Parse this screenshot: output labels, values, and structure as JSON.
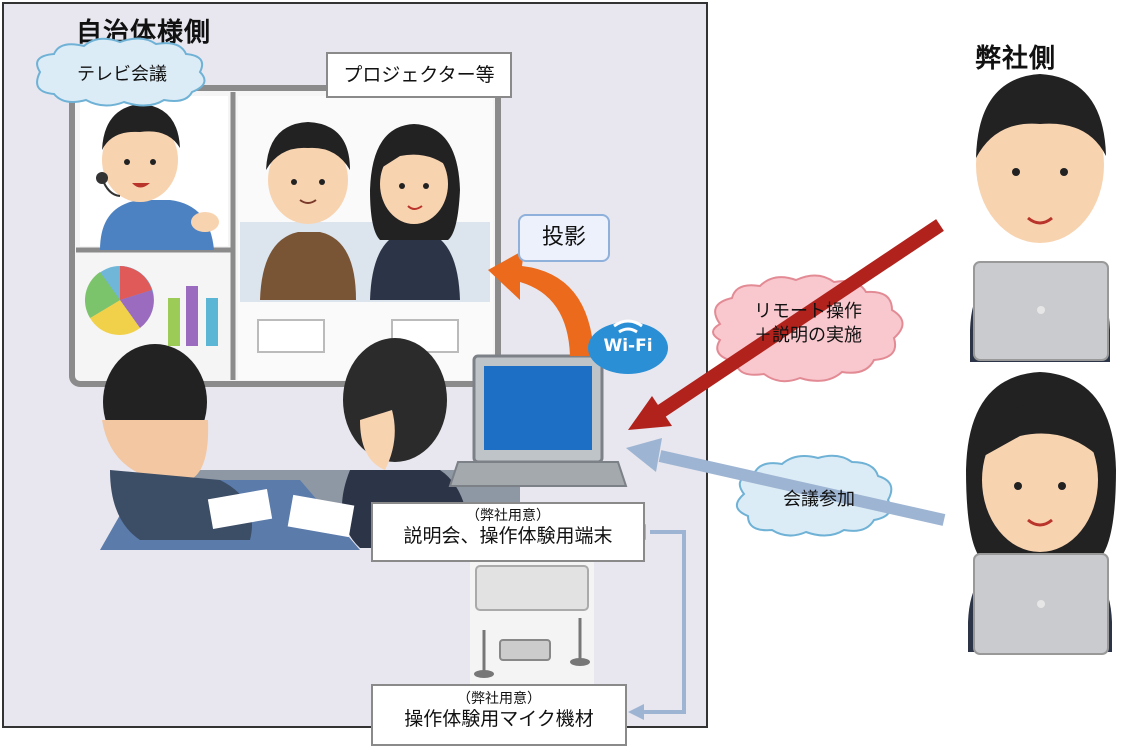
{
  "left_section": {
    "title": "自治体様側"
  },
  "right_section": {
    "title": "弊社側"
  },
  "labels": {
    "tv_meeting": "テレビ会議",
    "projector": "プロジェクター等",
    "projection": "投影",
    "wifi": "Wi-Fi",
    "remote": {
      "line1": "リモート操作",
      "line2": "＋説明の実施"
    },
    "join_meeting": "会議参加"
  },
  "device_box": {
    "sub": "（弊社用意）",
    "main": "説明会、操作体験用端末"
  },
  "mic_box": {
    "sub": "（弊社用意）",
    "main": "操作体験用マイク機材"
  },
  "colors": {
    "remote_arrow": "#b1221c",
    "join_arrow": "#9db5d3",
    "projection_arrow": "#ec6a1c",
    "wifi": "#2b8fd6"
  }
}
